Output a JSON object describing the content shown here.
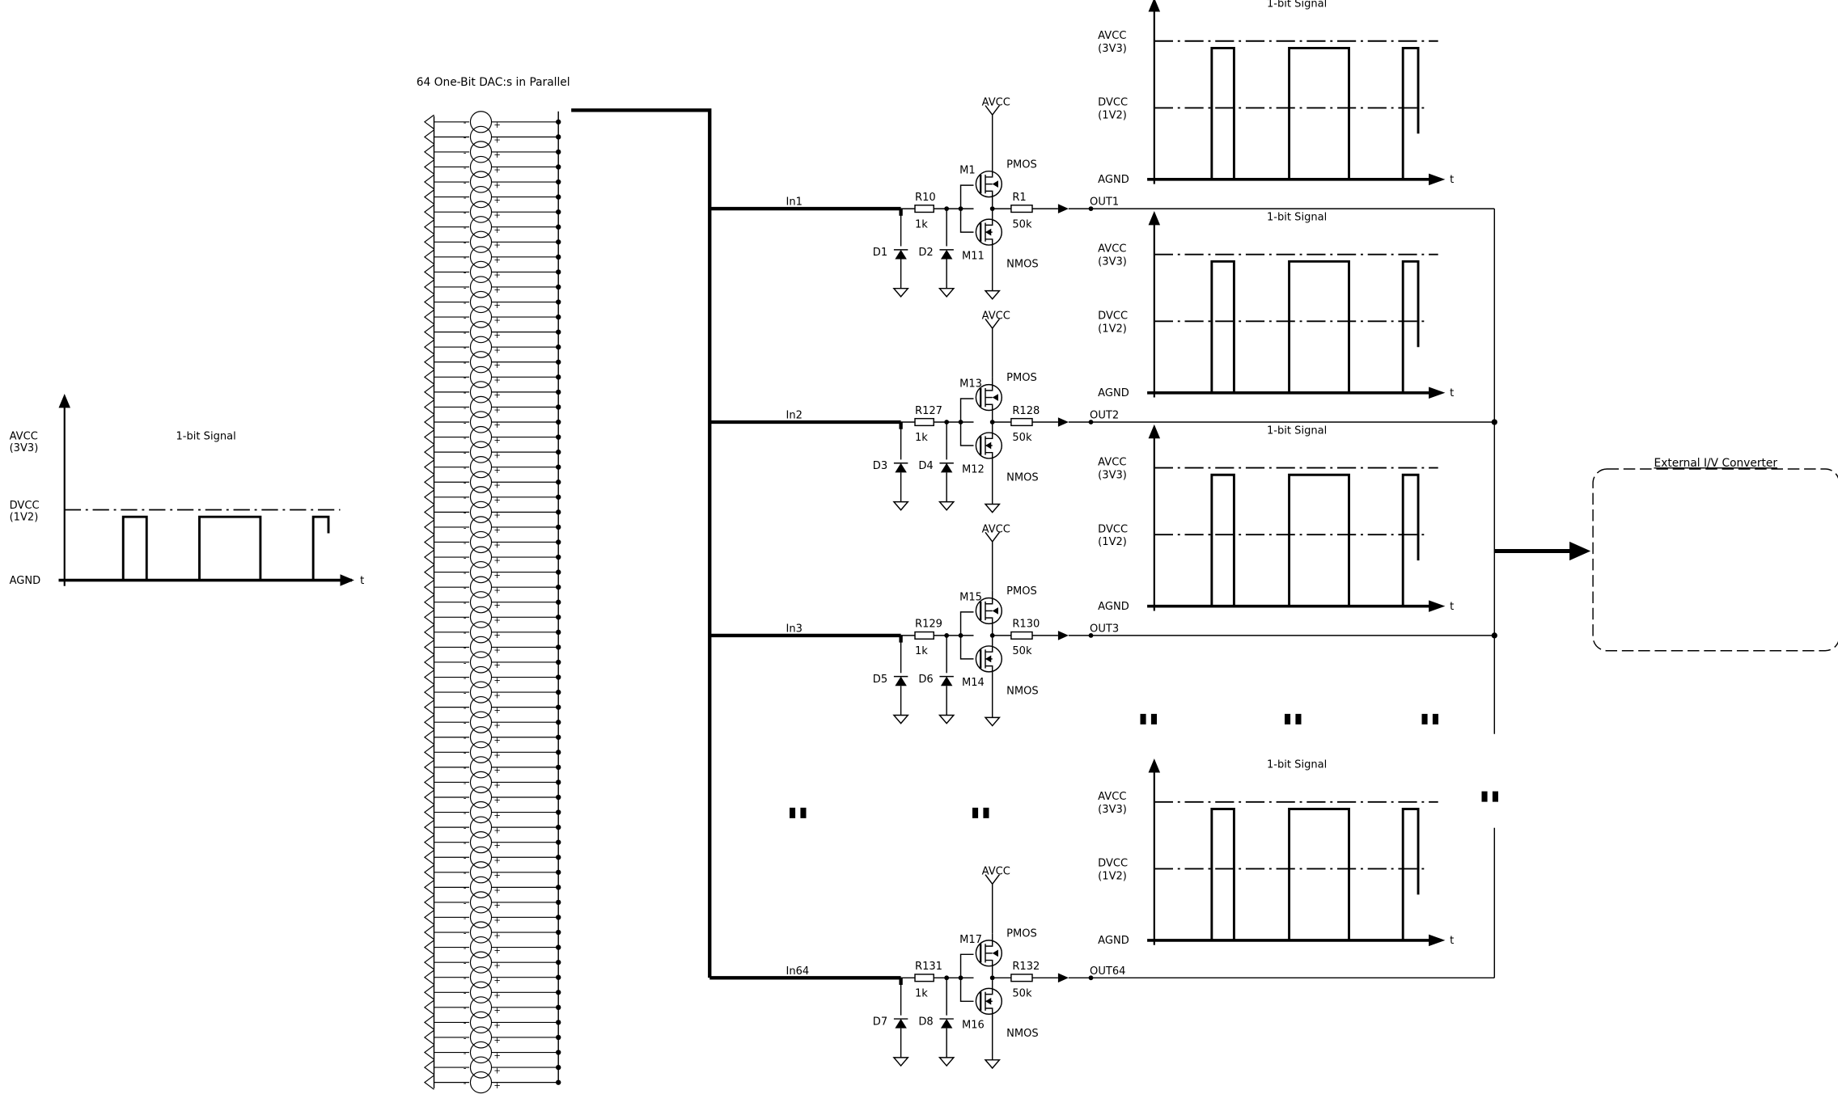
{
  "diagram": {
    "array_title": "64 One-Bit DAC:s in Parallel",
    "converter_label": "External I/V Converter"
  },
  "waveform": {
    "title": "1-bit Signal",
    "avcc": "AVCC",
    "avcc_sub": "(3V3)",
    "dvcc": "DVCC",
    "dvcc_sub": "(1V2)",
    "agnd": "AGND",
    "t": "t"
  },
  "channels": [
    {
      "input": "In1",
      "output": "OUT1",
      "avcc": "AVCC",
      "r_in": "R10",
      "r_in_val": "1k",
      "r_out": "R1",
      "r_out_val": "50k",
      "pmos": "M1",
      "nmos": "M11",
      "d_a": "D1",
      "d_b": "D2",
      "pmos_type": "PMOS",
      "nmos_type": "NMOS"
    },
    {
      "input": "In2",
      "output": "OUT2",
      "avcc": "AVCC",
      "r_in": "R127",
      "r_in_val": "1k",
      "r_out": "R128",
      "r_out_val": "50k",
      "pmos": "M13",
      "nmos": "M12",
      "d_a": "D3",
      "d_b": "D4",
      "pmos_type": "PMOS",
      "nmos_type": "NMOS"
    },
    {
      "input": "In3",
      "output": "OUT3",
      "avcc": "AVCC",
      "r_in": "R129",
      "r_in_val": "1k",
      "r_out": "R130",
      "r_out_val": "50k",
      "pmos": "M15",
      "nmos": "M14",
      "d_a": "D5",
      "d_b": "D6",
      "pmos_type": "PMOS",
      "nmos_type": "NMOS"
    },
    {
      "input": "In64",
      "output": "OUT64",
      "avcc": "AVCC",
      "r_in": "R131",
      "r_in_val": "1k",
      "r_out": "R132",
      "r_out_val": "50k",
      "pmos": "M17",
      "nmos": "M16",
      "d_a": "D7",
      "d_b": "D8",
      "pmos_type": "PMOS",
      "nmos_type": "NMOS"
    }
  ],
  "source_symbols": {
    "minus": "-",
    "plus": "+"
  },
  "ellipsis": ":"
}
